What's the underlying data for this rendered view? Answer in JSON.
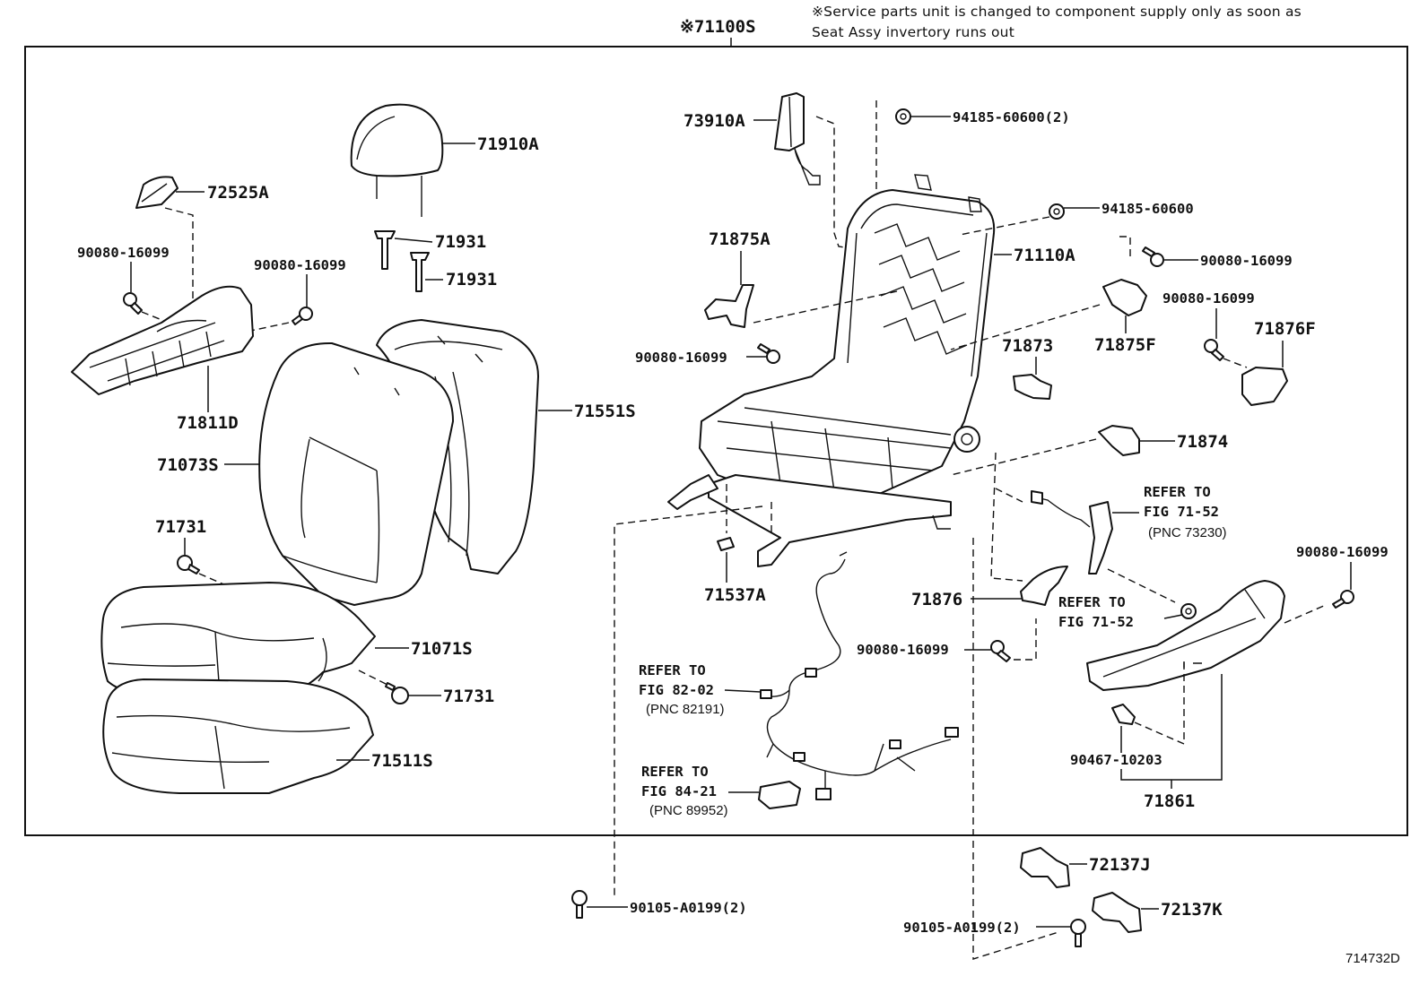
{
  "notice": {
    "line1": "※Service parts unit is changed to component supply only as soon as",
    "line2": "Seat Assy invertory runs out"
  },
  "assembly_label": "※71100S",
  "figure_number": "714732D",
  "parts": {
    "p71910A": "71910A",
    "p72525A": "72525A",
    "p90080_a": "90080-16099",
    "p90080_b": "90080-16099",
    "p71931_a": "71931",
    "p71931_b": "71931",
    "p71811D": "71811D",
    "p71551S": "71551S",
    "p71073S": "71073S",
    "p71731_a": "71731",
    "p71071S": "71071S",
    "p71731_b": "71731",
    "p71511S": "71511S",
    "p73910A": "73910A",
    "p94185_2": "94185-60600(2)",
    "p94185": "94185-60600",
    "p71110A": "71110A",
    "p71875A": "71875A",
    "p90080_c": "90080-16099",
    "p90080_d": "90080-16099",
    "p90080_e": "90080-16099",
    "p71875F": "71875F",
    "p71876F": "71876F",
    "p71873": "71873",
    "p71874": "71874",
    "p71537A": "71537A",
    "p71876": "71876",
    "p90080_f": "90080-16099",
    "p90080_g": "90080-16099",
    "p90467": "90467-10203",
    "p71861": "71861",
    "p72137J": "72137J",
    "p72137K": "72137K",
    "p90105_a": "90105-A0199(2)",
    "p90105_b": "90105-A0199(2)"
  },
  "references": {
    "ref1": {
      "refer": "REFER TO",
      "fig": "FIG 71-52",
      "pnc": "(PNC 73230)"
    },
    "ref2": {
      "refer": "REFER TO",
      "fig": "FIG 71-52"
    },
    "ref3": {
      "refer": "REFER TO",
      "fig": "FIG 82-02",
      "pnc": "(PNC 82191)"
    },
    "ref4": {
      "refer": "REFER TO",
      "fig": "FIG 84-21",
      "pnc": "(PNC 89952)"
    }
  }
}
